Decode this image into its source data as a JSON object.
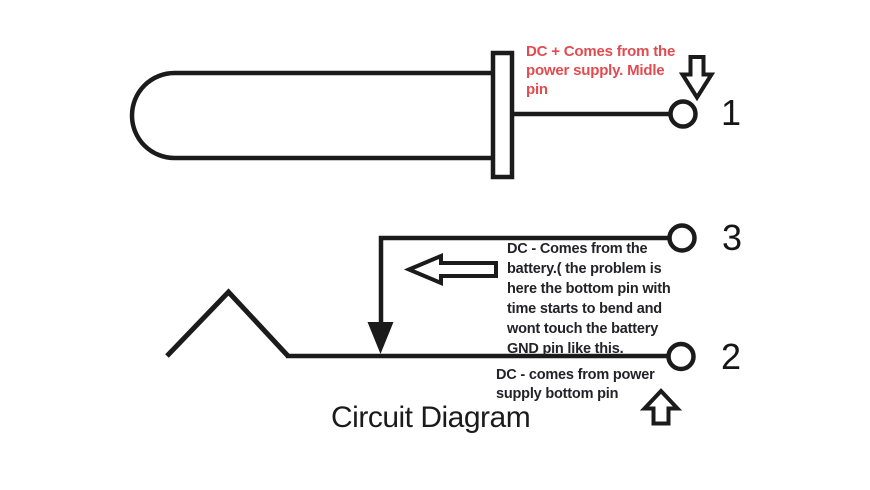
{
  "title": "Circuit Diagram",
  "colors": {
    "ink": "#1b1b1b",
    "annotation_red": "#e24b4f",
    "annotation_dark": "#222228",
    "background": "#ffffff"
  },
  "notes": {
    "dc_plus": "DC + Comes from the\npower supply. Midle\npin",
    "dc_minus_battery": "DC - Comes from the\nbattery.( the problem is\nhere the bottom pin with\ntime starts to bend and\nwont touch the battery\nGND pin like this.",
    "dc_minus_power": "DC - comes from power\nsupply bottom pin"
  },
  "pins": {
    "pin1": "1",
    "pin2": "2",
    "pin3": "3"
  }
}
